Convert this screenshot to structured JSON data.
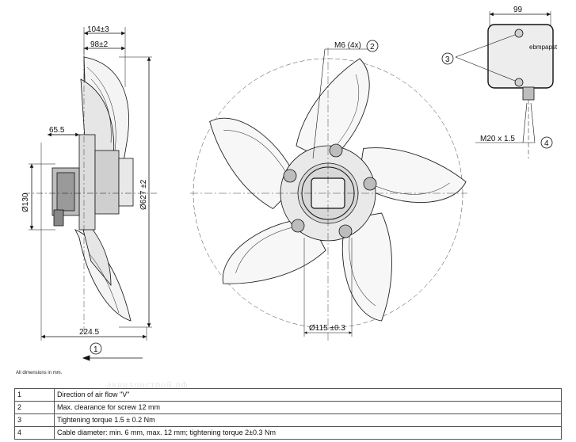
{
  "dimensions": {
    "width_104": "104±3",
    "width_98": "98±2",
    "d_65_5": "65.5",
    "dia_130": "Ø130",
    "dia_627": "Ø627 ±2",
    "len_224_5": "224.5",
    "m6": "M6 (4x)",
    "dia_115": "Ø115 ±0.3",
    "box_99": "99",
    "m20": "M20 x 1.5"
  },
  "callouts": [
    "1",
    "2",
    "3",
    "4"
  ],
  "brand_label": "ebmpapst",
  "note": "All dimensions in mm.",
  "watermark": "аквилонстрой.рф",
  "legend": [
    {
      "num": "1",
      "text": "Direction of air flow \"V\""
    },
    {
      "num": "2",
      "text": "Max. clearance for screw 12 mm"
    },
    {
      "num": "3",
      "text": "Tightening torque 1.5 ± 0.2 Nm"
    },
    {
      "num": "4",
      "text": "Cable diameter: min. 6 mm, max. 12 mm; tightening torque 2±0.3 Nm"
    }
  ]
}
